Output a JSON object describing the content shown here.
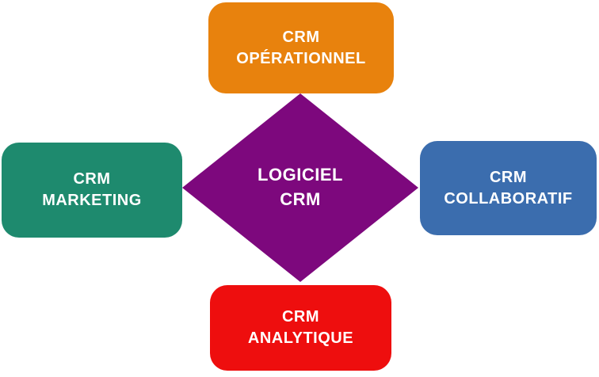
{
  "diagram": {
    "background_color": "#FFFFFF",
    "text_color": "#FFFFFF",
    "center": {
      "shape": "diamond",
      "lines": [
        "LOGICIEL",
        "CRM"
      ],
      "color": "#7D087D"
    },
    "nodes": [
      {
        "position": "top",
        "lines": [
          "CRM",
          "OPÉRATIONNEL"
        ],
        "color": "#E8820D"
      },
      {
        "position": "left",
        "lines": [
          "CRM",
          "MARKETING"
        ],
        "color": "#1E8A6E"
      },
      {
        "position": "right",
        "lines": [
          "CRM",
          "COLLABORATIF"
        ],
        "color": "#3B6DAE"
      },
      {
        "position": "bottom",
        "lines": [
          "CRM",
          "ANALYTIQUE"
        ],
        "color": "#EE0E0E"
      }
    ]
  }
}
